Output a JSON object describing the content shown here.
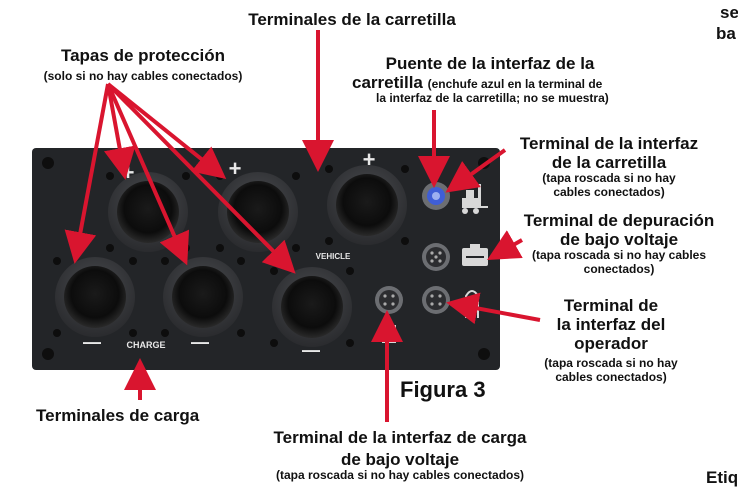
{
  "figure_label": "Figura 3",
  "labels": {
    "vehicle_terminals": "Terminales de la carretilla",
    "protection_caps": "Tapas de protección",
    "protection_caps_note": "(solo si no hay cables conectados)",
    "bridge_title_1": "Puente de la interfaz de la",
    "bridge_title_2": "carretilla",
    "bridge_note_1": "(enchufe azul en la terminal de",
    "bridge_note_2": "la interfaz de la carretilla; no se muestra)",
    "vehicle_interface_1": "Terminal de la interfaz",
    "vehicle_interface_2": "de la carretilla",
    "vehicle_interface_note_1": "(tapa roscada si no hay",
    "vehicle_interface_note_2": "cables conectados)",
    "debug_1": "Terminal de depuración",
    "debug_2": "de bajo voltaje",
    "debug_note_1": "(tapa roscada si no hay cables",
    "debug_note_2": "conectados)",
    "operator_1": "Terminal de",
    "operator_2": "la interfaz del",
    "operator_3": "operador",
    "operator_note_1": "(tapa roscada si no hay",
    "operator_note_2": "cables conectados)",
    "charge_terminals": "Terminales de carga",
    "charge_interface_1": "Terminal de la interfaz de carga",
    "charge_interface_2": "de bajo voltaje",
    "charge_interface_note": "(tapa roscada si no hay cables conectados)",
    "cutoff_top_1": "se",
    "cutoff_top_2": "ba",
    "cutoff_bottom": "Etiq"
  },
  "panel": {
    "charge_text": "CHARGE",
    "vehicle_text": "VEHICLE",
    "plus_sign": "+",
    "minus_sign": "—"
  },
  "colors": {
    "panel": "#232528",
    "arrow": "#d9152f",
    "socket_blue": "#3f5ed6"
  }
}
